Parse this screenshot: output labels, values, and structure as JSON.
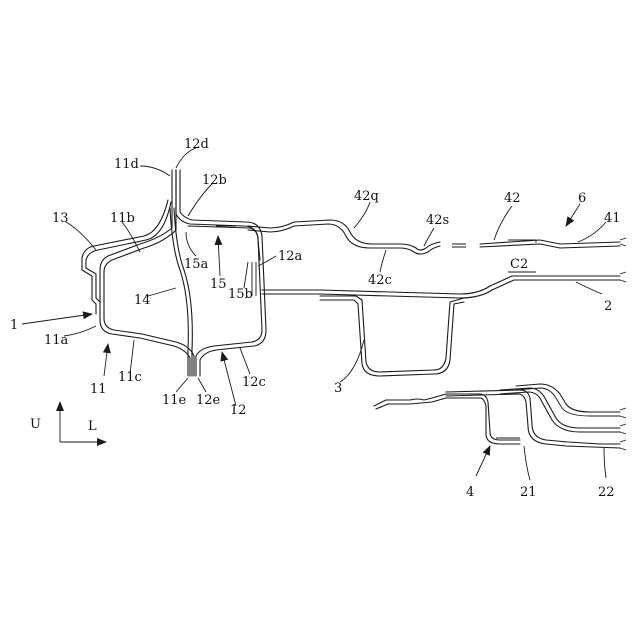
{
  "labels": {
    "l1": "1",
    "l1a": "11a",
    "l11": "11",
    "l11c": "11c",
    "l11e": "11e",
    "l12e": "12e",
    "l12": "12",
    "l12c": "12c",
    "l14": "14",
    "l13": "13",
    "l11b": "11b",
    "l11d": "11d",
    "l12d": "12d",
    "l12b": "12b",
    "l15a": "15a",
    "l15": "15",
    "l15b": "15b",
    "l12a": "12a",
    "l42q": "42q",
    "l42s": "42s",
    "l42c": "42c",
    "l42": "42",
    "l6": "6",
    "l41": "41",
    "lC2": "C2",
    "l2": "2",
    "l3": "3",
    "l4": "4",
    "l21": "21",
    "l22": "22",
    "lU": "U",
    "lL": "L"
  }
}
